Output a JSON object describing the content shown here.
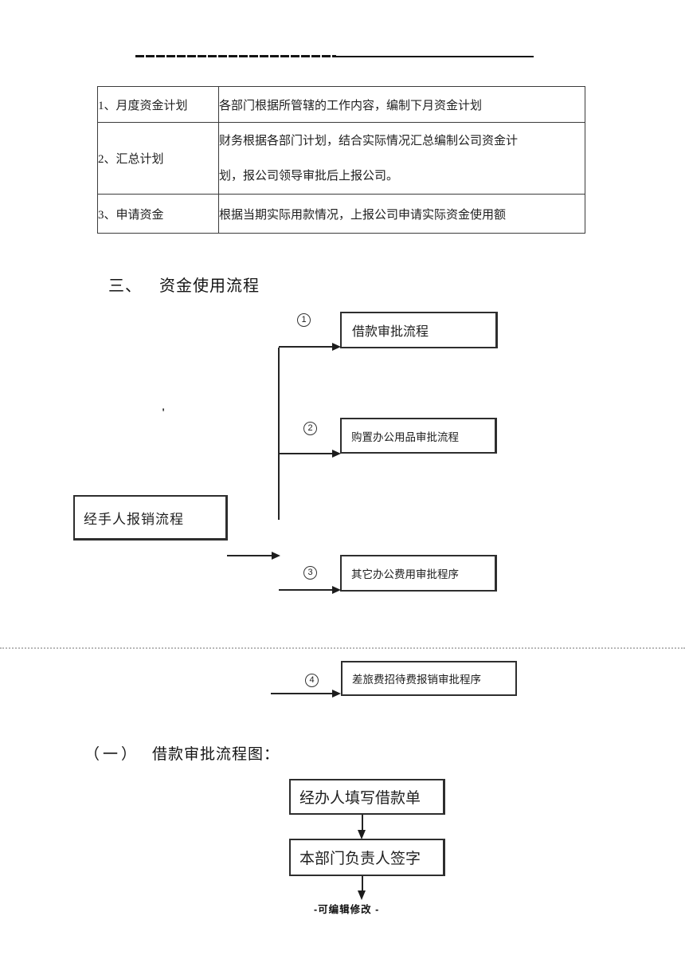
{
  "colors": {
    "page_bg": "#ffffff",
    "ink": "#1f1f1f",
    "table_border": "#3b3b3b",
    "connector": "#242424",
    "dotted_separator": "#b8b8b8"
  },
  "table": {
    "rows": [
      {
        "label": "1、月度资金计划",
        "desc_lines": [
          "各部门根据所管辖的工作内容，编制下月资金计划"
        ]
      },
      {
        "label": "2、汇总计划",
        "desc_lines": [
          "财务根据各部门计划，结合实际情况汇总编制公司资金计",
          "划，报公司领导审批后上报公司。"
        ]
      },
      {
        "label": "3、申请资金",
        "desc_lines": [
          "根据当期实际用款情况，上报公司申请实际资金使用额"
        ]
      }
    ]
  },
  "section_heading": {
    "numeral": "三、",
    "title": "资金使用流程"
  },
  "flowchart": {
    "source_box": "经手人报销流程",
    "stray_mark": "'",
    "branches": [
      {
        "num": "1",
        "label": "借款审批流程"
      },
      {
        "num": "2",
        "label": "购置办公用品审批流程"
      },
      {
        "num": "3",
        "label": "其它办公费用审批程序"
      },
      {
        "num": "4",
        "label": "差旅费招待费报销审批程序"
      }
    ]
  },
  "sub_heading": {
    "numeral": "（一）",
    "title": "借款审批流程图："
  },
  "approval_flow": {
    "steps": [
      "经办人填写借款单",
      "本部门负责人签字"
    ]
  },
  "footer": {
    "note": "-可编辑修改 -"
  }
}
